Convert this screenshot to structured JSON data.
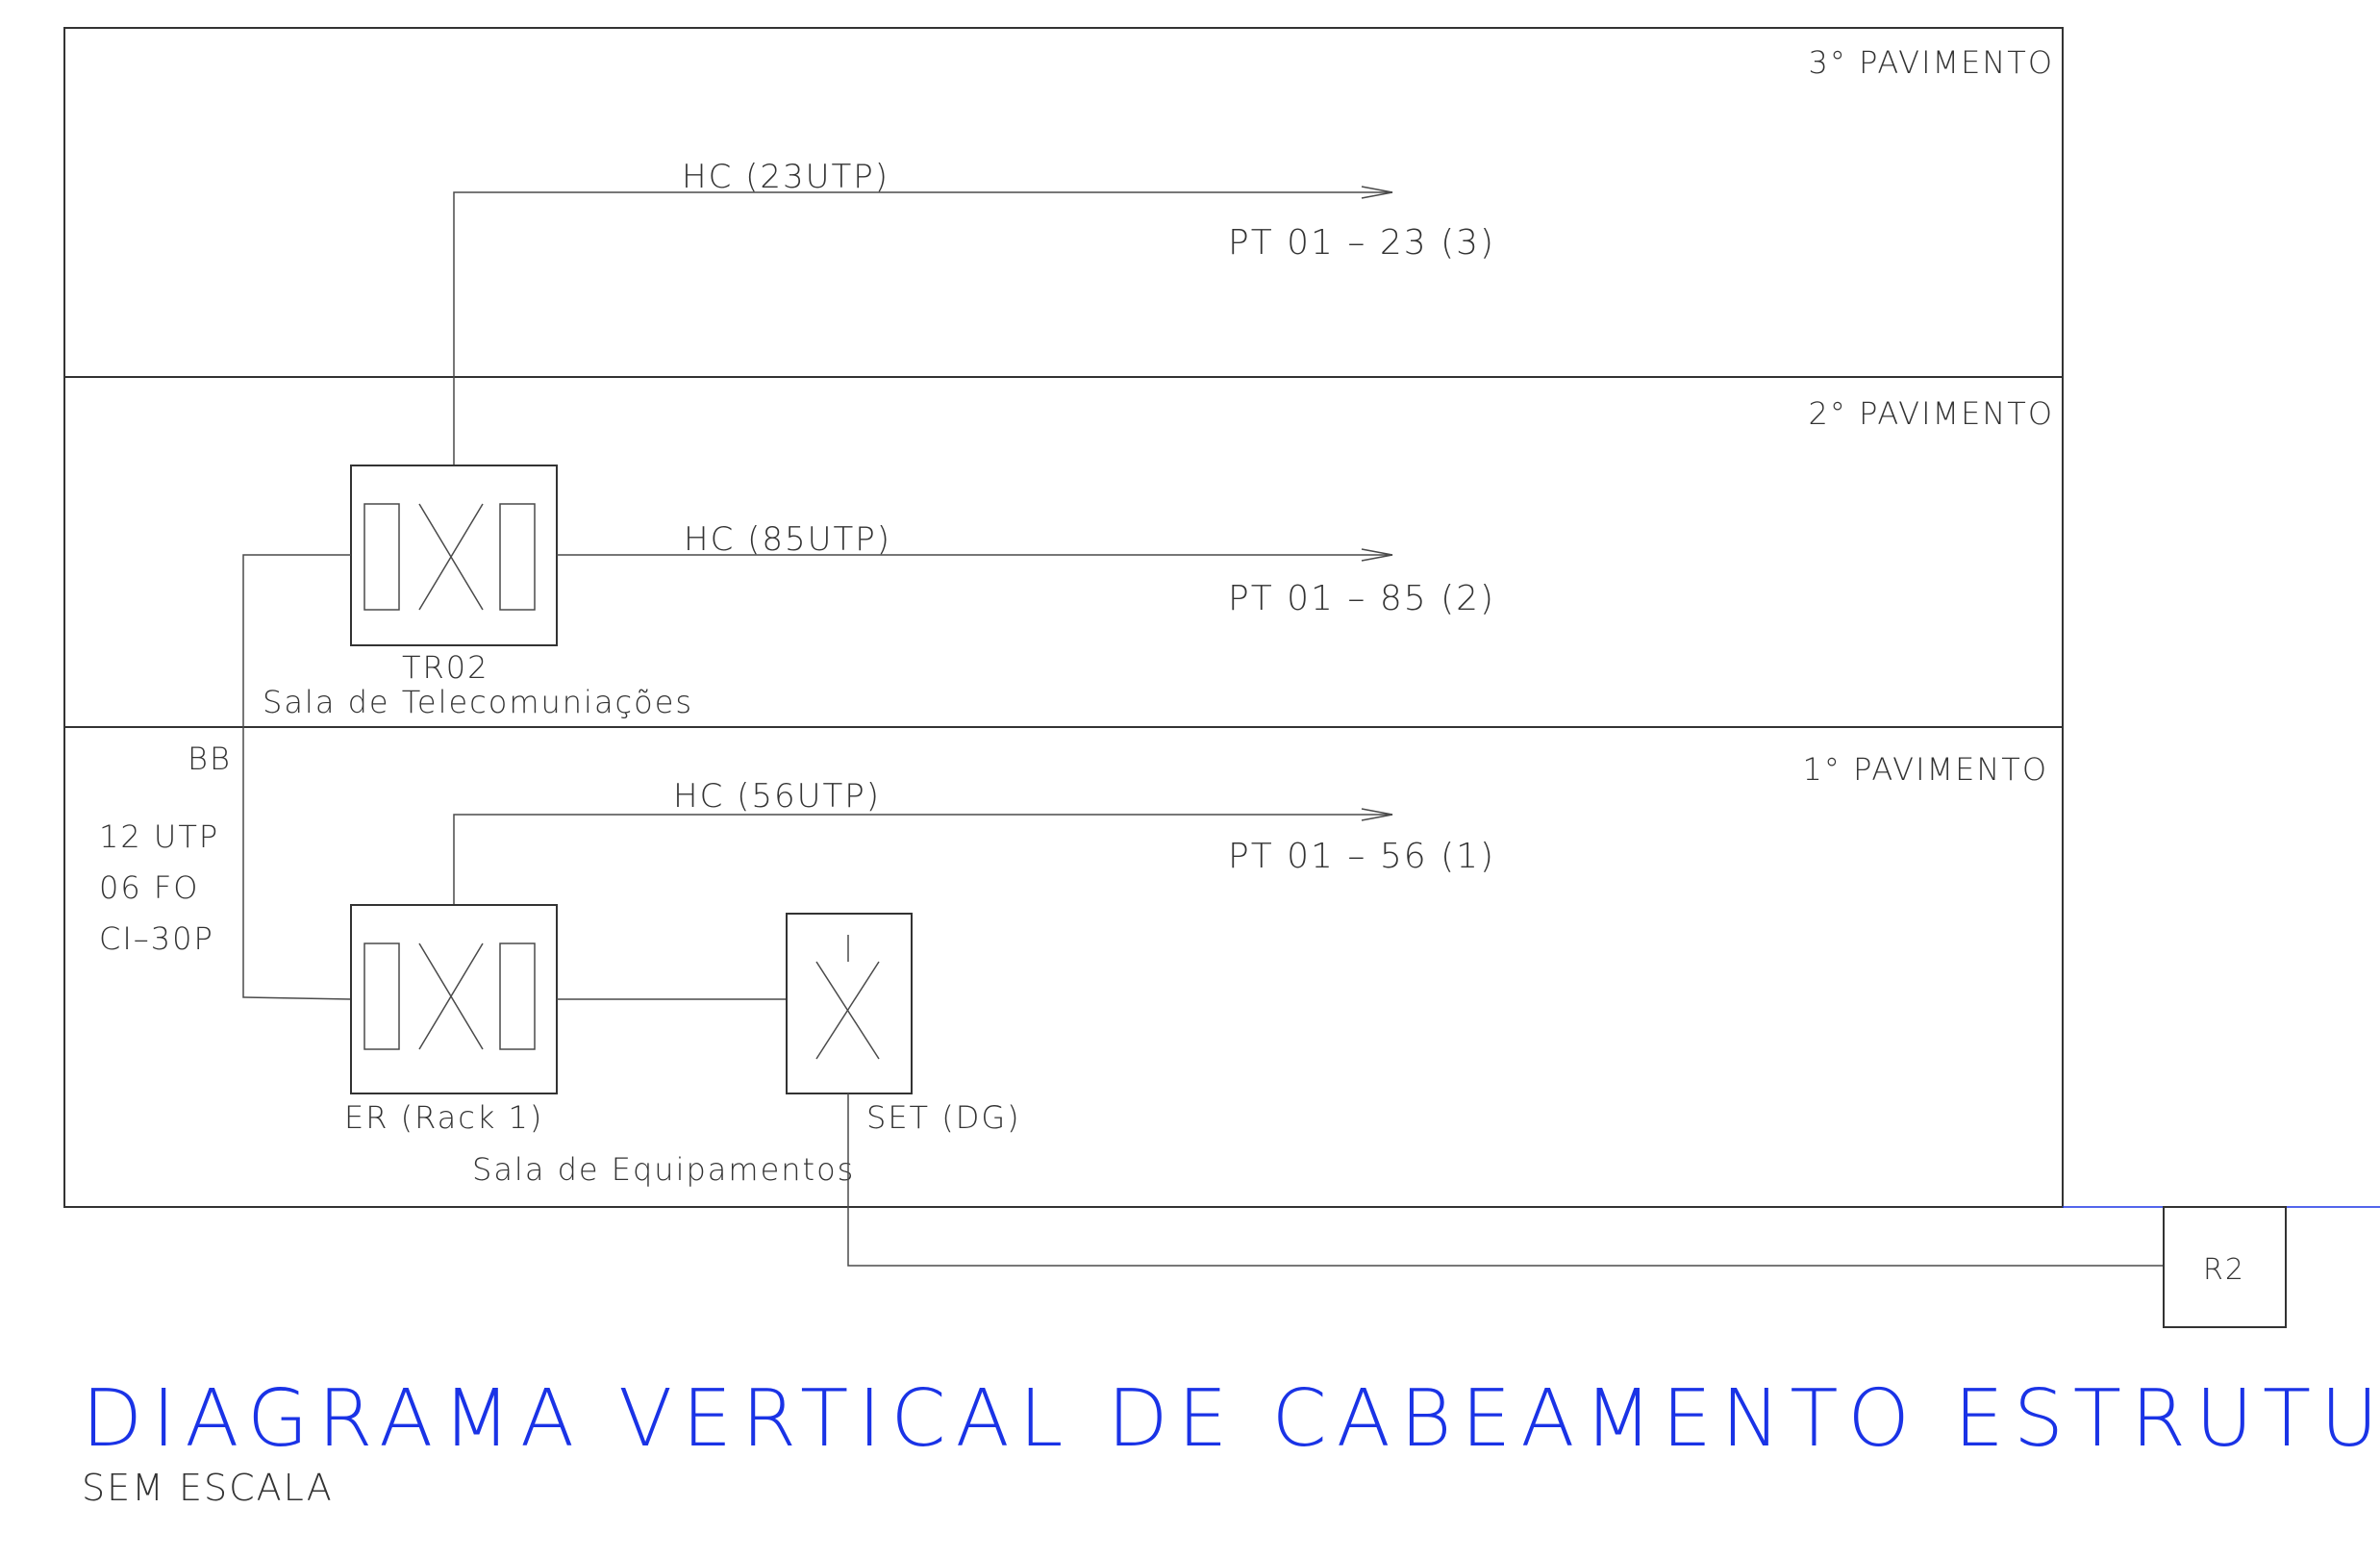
{
  "floors": [
    {
      "label": "3° PAVIMENTO",
      "hc": "HC (23UTP)",
      "pt": "PT 01 – 23 (3)"
    },
    {
      "label": "2° PAVIMENTO",
      "hc": "HC (85UTP)",
      "pt": "PT 01 – 85 (2)"
    },
    {
      "label": "1° PAVIMENTO",
      "hc": "HC (56UTP)",
      "pt": "PT 01 – 56 (1)"
    }
  ],
  "tr": {
    "code": "TR02",
    "room": "Sala de Telecomuniações"
  },
  "backbone": {
    "label": "BB",
    "lines": [
      "12 UTP",
      "06 FO",
      "CI–30P"
    ]
  },
  "er": {
    "code": "ER (Rack 1)",
    "room": "Sala de Equipamentos"
  },
  "set": {
    "code": "SET (DG)"
  },
  "r2": {
    "code": "R2"
  },
  "title": "DIAGRAMA VERTICAL DE CABEAMENTO ESTRUTURADO",
  "subtitle": "SEM ESCALA",
  "colors": {
    "line": "#333333",
    "title": "#1a33e6"
  }
}
